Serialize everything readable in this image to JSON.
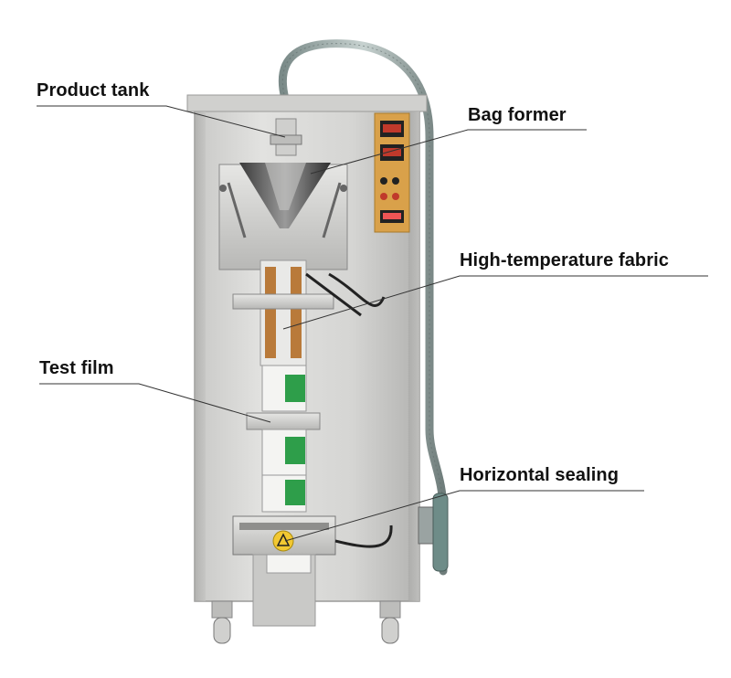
{
  "callouts": {
    "product_tank": "Product tank",
    "bag_former": "Bag  former",
    "high_temp_fabric": "High-temperature  fabric",
    "test_film": "Test film",
    "horizontal_sealing": "Horizontal sealing"
  },
  "colors": {
    "steel_light": "#d9d9d7",
    "steel_mid": "#bdbdbb",
    "steel_dark": "#8e8e8c",
    "control_panel": "#d9a14a",
    "leader_line": "#333333",
    "label_text": "#111111"
  },
  "icons": {
    "warning_sticker": "warning-icon"
  }
}
